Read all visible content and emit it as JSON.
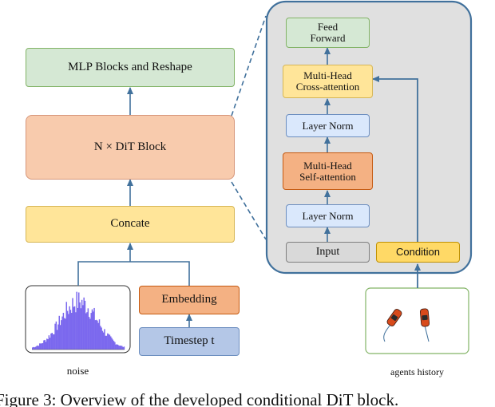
{
  "left": {
    "mlp_label": "MLP Blocks and Reshape",
    "dit_label": "N × DiT Block",
    "concate_label": "Concate",
    "embedding_label": "Embedding",
    "timestep_label": "Timestep t",
    "noise_label": "noise"
  },
  "detail": {
    "feed_forward_label": "Feed\nForward",
    "cross_attention_label": "Multi-Head\nCross-attention",
    "layer_norm_top_label": "Layer Norm",
    "self_attention_label": "Multi-Head\nSelf-attention",
    "layer_norm_bottom_label": "Layer Norm",
    "input_label": "Input",
    "condition_label": "Condition"
  },
  "agents": {
    "label": "agents history"
  },
  "caption": "Figure 3: Overview of the developed conditional DiT block.",
  "colors": {
    "green_fill": "#d5e8d4",
    "green_border": "#82b366",
    "salmon_fill": "#f8cbad",
    "salmon_border": "#d6967a",
    "yellow_fill": "#ffe599",
    "yellow_border": "#d6b656",
    "blue_fill": "#dae8fc",
    "blue_border": "#6c8ebf",
    "orange_fill": "#f4b183",
    "orange_border": "#c55a11",
    "gray_fill": "#d9d9d9",
    "panel_fill": "#e0e0e0",
    "panel_border": "#41719c",
    "arrow": "#41719c",
    "condition_fill": "#ffd966",
    "condition_border": "#bf9000",
    "histogram": "#7b68ee"
  }
}
